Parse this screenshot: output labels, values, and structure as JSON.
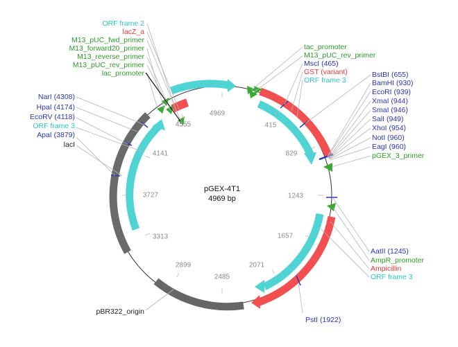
{
  "plasmid": {
    "name": "pGEX-4T1",
    "length_label": "4969 bp",
    "length": 4969
  },
  "colors": {
    "orf": "#4fd3d3",
    "gene": "#f25050",
    "origin": "#6a6a6a",
    "primer": "#3aaa35",
    "site": "#2a34b8",
    "backbone": "#333333"
  },
  "ticks": [
    "4969",
    "415",
    "829",
    "1243",
    "1657",
    "2071",
    "2485",
    "2899",
    "3313",
    "3727",
    "4141",
    "4555"
  ],
  "labels_left_top": [
    {
      "text": "ORF frame 2",
      "kind": "orf"
    },
    {
      "text": "lacZ_a",
      "kind": "gene"
    },
    {
      "text": "M13_pUC_fwd_primer",
      "kind": "primer"
    },
    {
      "text": "M13_forward20_primer",
      "kind": "primer"
    },
    {
      "text": "M13_reverse_primer",
      "kind": "primer"
    },
    {
      "text": "M13_pUC_rev_primer",
      "kind": "primer"
    },
    {
      "text": "lac_promoter",
      "kind": "primer"
    }
  ],
  "labels_right_top": [
    {
      "text": "tac_promoter",
      "kind": "primer"
    },
    {
      "text": "M13_pUC_rev_primer",
      "kind": "primer"
    },
    {
      "text": "MscI (465)",
      "kind": "site"
    },
    {
      "text": "GST (variant)",
      "kind": "gene"
    },
    {
      "text": "ORF frame 3",
      "kind": "orf"
    }
  ],
  "labels_right_sites": [
    {
      "text": "BstBI (655)",
      "kind": "site"
    },
    {
      "text": "BamHI (930)",
      "kind": "site"
    },
    {
      "text": "EcoRI (939)",
      "kind": "site"
    },
    {
      "text": "XmaI (944)",
      "kind": "site"
    },
    {
      "text": "SmaI (946)",
      "kind": "site"
    },
    {
      "text": "SalI (949)",
      "kind": "site"
    },
    {
      "text": "XhoI (954)",
      "kind": "site"
    },
    {
      "text": "NotI (960)",
      "kind": "site"
    },
    {
      "text": "EagI (960)",
      "kind": "site"
    },
    {
      "text": "pGEX_3_primer",
      "kind": "primer"
    }
  ],
  "labels_left_mid": [
    {
      "text": "NarI (4308)",
      "kind": "site"
    },
    {
      "text": "HpaI (4174)",
      "kind": "site"
    },
    {
      "text": "EcoRV (4118)",
      "kind": "site"
    },
    {
      "text": "ORF frame 3",
      "kind": "orf"
    },
    {
      "text": "ApaI (3879)",
      "kind": "site"
    },
    {
      "text": "lacI",
      "kind": "plain"
    }
  ],
  "labels_right_bottom": [
    {
      "text": "AatII (1245)",
      "kind": "site"
    },
    {
      "text": "AmpR_promoter",
      "kind": "primer"
    },
    {
      "text": "Ampicillin",
      "kind": "gene"
    },
    {
      "text": "ORF frame 3",
      "kind": "orf"
    }
  ],
  "label_origin": {
    "text": "pBR322_origin",
    "kind": "plain"
  },
  "label_pstI": {
    "text": "PstI (1922)",
    "kind": "site"
  }
}
